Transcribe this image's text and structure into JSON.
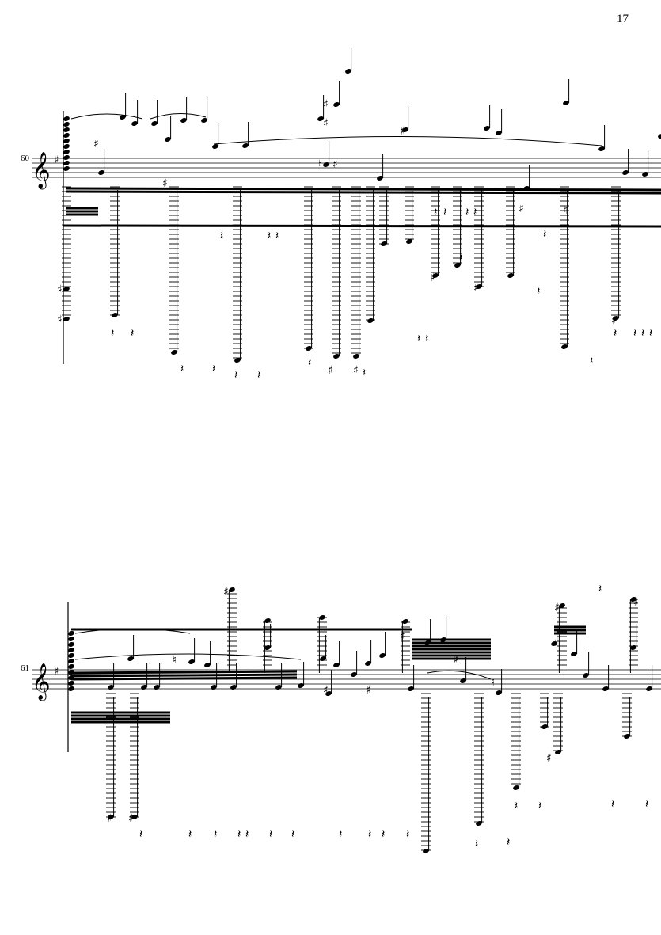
{
  "page": {
    "number": "17"
  },
  "systems": [
    {
      "measure_number": "60",
      "clef": "treble-clef",
      "key_accidental": "sharp"
    },
    {
      "measure_number": "61",
      "clef": "treble-clef",
      "key_accidental": "sharp"
    }
  ],
  "glyphs": {
    "sharp": "♯",
    "natural": "♮",
    "rest": "𝄽",
    "clef": "𝄞"
  }
}
